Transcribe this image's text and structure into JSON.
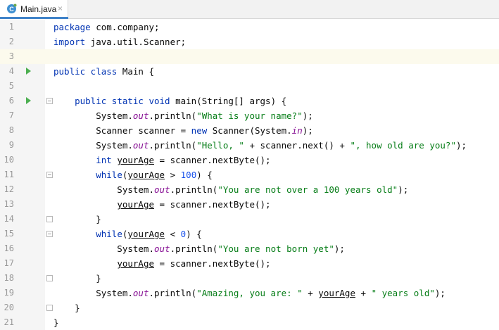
{
  "tab": {
    "label": "Main.java",
    "close": "×"
  },
  "current_line": 3,
  "lines": [
    {
      "num": "1",
      "run": false,
      "fold": "",
      "tokens": [
        {
          "t": "package",
          "c": "kw"
        },
        {
          "t": " com.company;",
          "c": ""
        }
      ]
    },
    {
      "num": "2",
      "run": false,
      "fold": "",
      "tokens": [
        {
          "t": "import",
          "c": "kw"
        },
        {
          "t": " java.util.Scanner;",
          "c": ""
        }
      ]
    },
    {
      "num": "3",
      "run": false,
      "fold": "",
      "tokens": []
    },
    {
      "num": "4",
      "run": true,
      "fold": "",
      "tokens": [
        {
          "t": "public class",
          "c": "kw"
        },
        {
          "t": " Main {",
          "c": ""
        }
      ]
    },
    {
      "num": "5",
      "run": false,
      "fold": "",
      "tokens": []
    },
    {
      "num": "6",
      "run": true,
      "fold": "start",
      "tokens": [
        {
          "t": "    ",
          "c": ""
        },
        {
          "t": "public static void",
          "c": "kw"
        },
        {
          "t": " main(String[] args) {",
          "c": ""
        }
      ]
    },
    {
      "num": "7",
      "run": false,
      "fold": "",
      "tokens": [
        {
          "t": "        System.",
          "c": ""
        },
        {
          "t": "out",
          "c": "sf"
        },
        {
          "t": ".println(",
          "c": ""
        },
        {
          "t": "\"What is your name?\"",
          "c": "str"
        },
        {
          "t": ");",
          "c": ""
        }
      ]
    },
    {
      "num": "8",
      "run": false,
      "fold": "",
      "tokens": [
        {
          "t": "        Scanner scanner = ",
          "c": ""
        },
        {
          "t": "new",
          "c": "kw"
        },
        {
          "t": " Scanner(System.",
          "c": ""
        },
        {
          "t": "in",
          "c": "sf"
        },
        {
          "t": ");",
          "c": ""
        }
      ]
    },
    {
      "num": "9",
      "run": false,
      "fold": "",
      "tokens": [
        {
          "t": "        System.",
          "c": ""
        },
        {
          "t": "out",
          "c": "sf"
        },
        {
          "t": ".println(",
          "c": ""
        },
        {
          "t": "\"Hello, \"",
          "c": "str"
        },
        {
          "t": " + scanner.next() + ",
          "c": ""
        },
        {
          "t": "\", how old are you?\"",
          "c": "str"
        },
        {
          "t": ");",
          "c": ""
        }
      ]
    },
    {
      "num": "10",
      "run": false,
      "fold": "",
      "tokens": [
        {
          "t": "        ",
          "c": ""
        },
        {
          "t": "int",
          "c": "kw"
        },
        {
          "t": " ",
          "c": ""
        },
        {
          "t": "yourAge",
          "c": "var"
        },
        {
          "t": " = scanner.nextByte();",
          "c": ""
        }
      ]
    },
    {
      "num": "11",
      "run": false,
      "fold": "start",
      "tokens": [
        {
          "t": "        ",
          "c": ""
        },
        {
          "t": "while",
          "c": "kw"
        },
        {
          "t": "(",
          "c": ""
        },
        {
          "t": "yourAge",
          "c": "var"
        },
        {
          "t": " > ",
          "c": ""
        },
        {
          "t": "100",
          "c": "num"
        },
        {
          "t": ") {",
          "c": ""
        }
      ]
    },
    {
      "num": "12",
      "run": false,
      "fold": "",
      "tokens": [
        {
          "t": "            System.",
          "c": ""
        },
        {
          "t": "out",
          "c": "sf"
        },
        {
          "t": ".println(",
          "c": ""
        },
        {
          "t": "\"You are not over a 100 years old\"",
          "c": "str"
        },
        {
          "t": ");",
          "c": ""
        }
      ]
    },
    {
      "num": "13",
      "run": false,
      "fold": "",
      "tokens": [
        {
          "t": "            ",
          "c": ""
        },
        {
          "t": "yourAge",
          "c": "var"
        },
        {
          "t": " = scanner.nextByte();",
          "c": ""
        }
      ]
    },
    {
      "num": "14",
      "run": false,
      "fold": "end",
      "tokens": [
        {
          "t": "        }",
          "c": ""
        }
      ]
    },
    {
      "num": "15",
      "run": false,
      "fold": "start",
      "tokens": [
        {
          "t": "        ",
          "c": ""
        },
        {
          "t": "while",
          "c": "kw"
        },
        {
          "t": "(",
          "c": ""
        },
        {
          "t": "yourAge",
          "c": "var"
        },
        {
          "t": " < ",
          "c": ""
        },
        {
          "t": "0",
          "c": "num"
        },
        {
          "t": ") {",
          "c": ""
        }
      ]
    },
    {
      "num": "16",
      "run": false,
      "fold": "",
      "tokens": [
        {
          "t": "            System.",
          "c": ""
        },
        {
          "t": "out",
          "c": "sf"
        },
        {
          "t": ".println(",
          "c": ""
        },
        {
          "t": "\"You are not born yet\"",
          "c": "str"
        },
        {
          "t": ");",
          "c": ""
        }
      ]
    },
    {
      "num": "17",
      "run": false,
      "fold": "",
      "tokens": [
        {
          "t": "            ",
          "c": ""
        },
        {
          "t": "yourAge",
          "c": "var"
        },
        {
          "t": " = scanner.nextByte();",
          "c": ""
        }
      ]
    },
    {
      "num": "18",
      "run": false,
      "fold": "end",
      "tokens": [
        {
          "t": "        }",
          "c": ""
        }
      ]
    },
    {
      "num": "19",
      "run": false,
      "fold": "",
      "tokens": [
        {
          "t": "        System.",
          "c": ""
        },
        {
          "t": "out",
          "c": "sf"
        },
        {
          "t": ".println(",
          "c": ""
        },
        {
          "t": "\"Amazing, you are: \"",
          "c": "str"
        },
        {
          "t": " + ",
          "c": ""
        },
        {
          "t": "yourAge",
          "c": "var"
        },
        {
          "t": " + ",
          "c": ""
        },
        {
          "t": "\" years old\"",
          "c": "str"
        },
        {
          "t": ");",
          "c": ""
        }
      ]
    },
    {
      "num": "20",
      "run": false,
      "fold": "end",
      "tokens": [
        {
          "t": "    }",
          "c": ""
        }
      ]
    },
    {
      "num": "21",
      "run": false,
      "fold": "",
      "tokens": [
        {
          "t": "}",
          "c": ""
        }
      ]
    }
  ]
}
